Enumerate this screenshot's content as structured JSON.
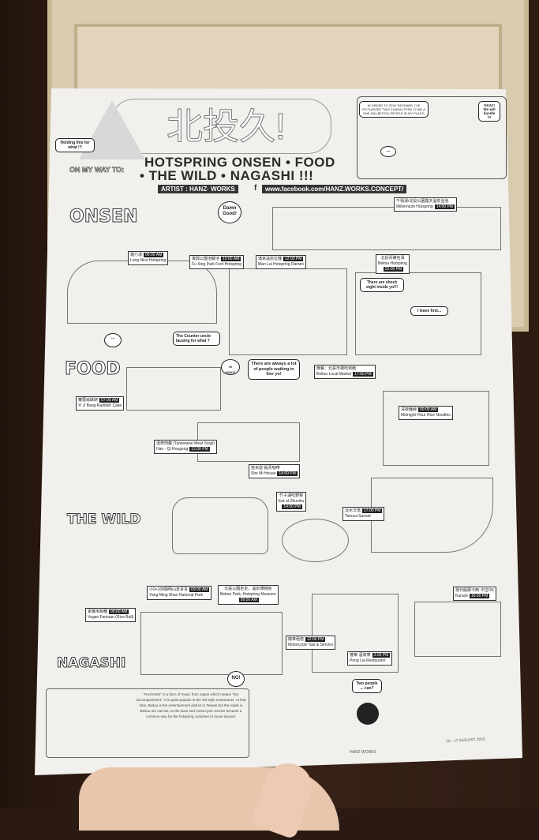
{
  "header": {
    "title_cn": "北投久!",
    "on_my_way": "ON MY WAY TO:",
    "headline_1": "HOTSPRING ONSEN • FOOD",
    "headline_2": "• THE WILD • NAGASHI !!!",
    "artist": "ARTIST : HANZ· WORKS",
    "facebook": "www.facebook.com/HANZ.WORKS.CONCEPT/"
  },
  "comic": {
    "intro": "IN ORDER TO STAY DESHARE, I'VE PICTURIZED TWO CHARACTERS TO BE A ONE-DAY-BEITOU-PEOPLE IN MY PLACE.",
    "dots": "...",
    "reply": "OKAY! We will handle !!!"
  },
  "sections": {
    "onsen": "ONSEN",
    "food": "FOOD",
    "wild": "THE WILD",
    "nagashi": "NAGASHI"
  },
  "bubbles": {
    "holding": "Holding this for what !?",
    "damn": "Damn Good!",
    "shock": "There are shock sight inside yo!!!",
    "leave": "I leave first...",
    "dots": "...",
    "counter": "The Counter uncle lausing for what ?",
    "hanz": "Hi HANZ!",
    "line": "There are always a lot of people waiting in line yo!",
    "no": "NO!",
    "two": "Two people ... can?"
  },
  "spots": [
    {
      "cn": "瀧乃湯",
      "en": "Long Nice Hotspring",
      "time": "06:00 AM"
    },
    {
      "cn": "復興公園泡腳池",
      "en": "Fu Xing Park Foot Hotspring",
      "time": "10:00 AM"
    },
    {
      "cn": "滿來溫泉拉麵",
      "en": "Man Lai Hotspring Ramen",
      "time": "12:00 PM"
    },
    {
      "cn": "千禧湯/北投公園露天溫泉浴池",
      "en": "Millennium Hotspring",
      "time": "14:00 PM"
    },
    {
      "cn": "北投青磺名湯",
      "en": "Beitou Hotspring",
      "time": "23:00 PM"
    },
    {
      "cn": "蘿蔔絲酥餅",
      "en": "Yi Ji Bang Raddish Cake",
      "time": "07:00 AM"
    },
    {
      "cn": "漢奇肉羹 (Taiwanese Meat Soup)",
      "en": "Han - Qi Rougeng",
      "time": "12:00 PM"
    },
    {
      "cn": "晚餐：北投市場吃到飽",
      "en": "Beitou Local Market",
      "time": "17:00 PM"
    },
    {
      "cn": "拾米屋·殺青咖啡",
      "en": "She Mi House",
      "time": "14:00 PM"
    },
    {
      "cn": "深夜麵線",
      "en": "Midnight Flour Rice Noodles",
      "time": "00:00 AM"
    },
    {
      "cn": "竹子湖吃野菜",
      "en": "Eat at Zhuzihu",
      "time": "14:00 PM"
    },
    {
      "cn": "淡水日落",
      "en": "Tamsui Sunset",
      "time": "17:00 PM"
    },
    {
      "cn": "素糯米飯糰",
      "en": "Vegan Fantuan (Rice Ball)",
      "time": "09:00 AM"
    },
    {
      "cn": "小9+108陽明山走青青",
      "en": "Yang Ming Shan National Park",
      "time": "09:00 AM"
    },
    {
      "cn": "北投公園走走，溫泉博物館",
      "en": "Beitou Park, Hotspring Museum",
      "time": "09:00 AM"
    },
    {
      "cn": "機車租借",
      "en": "Motorcycle Taxi & Service",
      "time": "12:00 PM"
    },
    {
      "cn": "蓬萊·酒家菜",
      "en": "Peng Lai Restaurant",
      "time": "3:00 PM"
    },
    {
      "cn": "現代版那卡西·卡拉OK",
      "en": "Karaok",
      "time": "16:00 PM"
    }
  ],
  "nagashi_text": "\"NAGASHI\" is a form of music from Japan which means \"live accompaniment\". It is quite popular in the old style restaurants. At that time, Beitou is the entertainment district in Taiwan but the roads in Beitou are narrow, so the taxis and motorcycle service became a common way for the hotspring customer to move around.",
  "signature": {
    "brand": "HANZ WORKS",
    "date": "10 - 17 AUGUST 2015"
  }
}
